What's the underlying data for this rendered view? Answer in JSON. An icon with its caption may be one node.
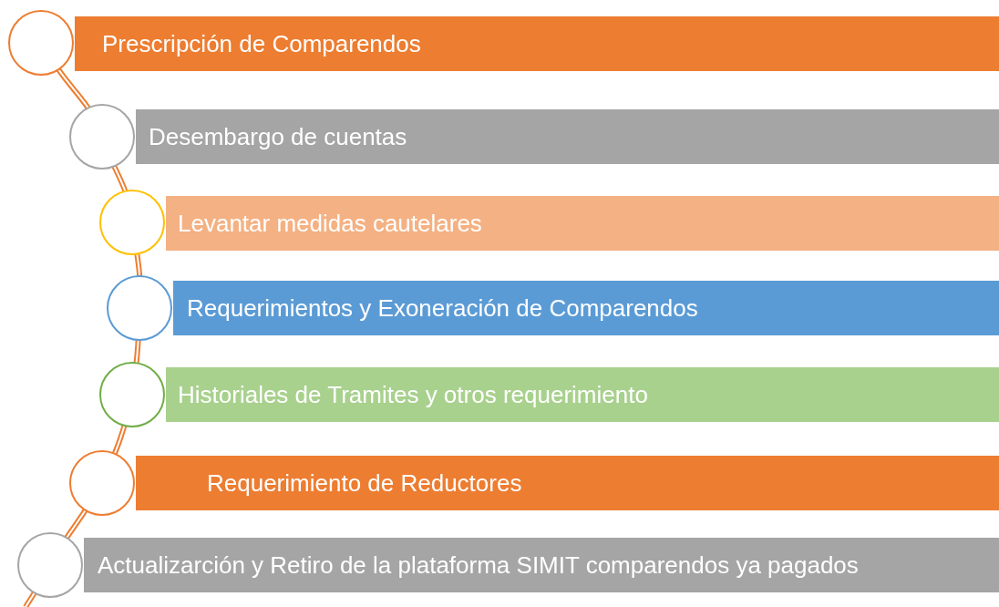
{
  "diagram": {
    "nodes": [
      {
        "text": [
          "Prescripción de Comparendos"
        ]
      },
      {
        "text": [
          "Desembargo de cuentas"
        ]
      },
      {
        "text": [
          "Levantar medidas cautelares"
        ]
      },
      {
        "text": [
          "Requerimientos y Exoneración de Comparendos"
        ]
      },
      {
        "text": [
          "Historiales de Tramites y otros requerimiento"
        ]
      },
      {
        "text": [
          "Requerimiento de Reductores"
        ]
      },
      {
        "text": [
          "Actualizarción y Retiro de la plataforma SIMIT comparendos ya pagados"
        ]
      }
    ]
  }
}
